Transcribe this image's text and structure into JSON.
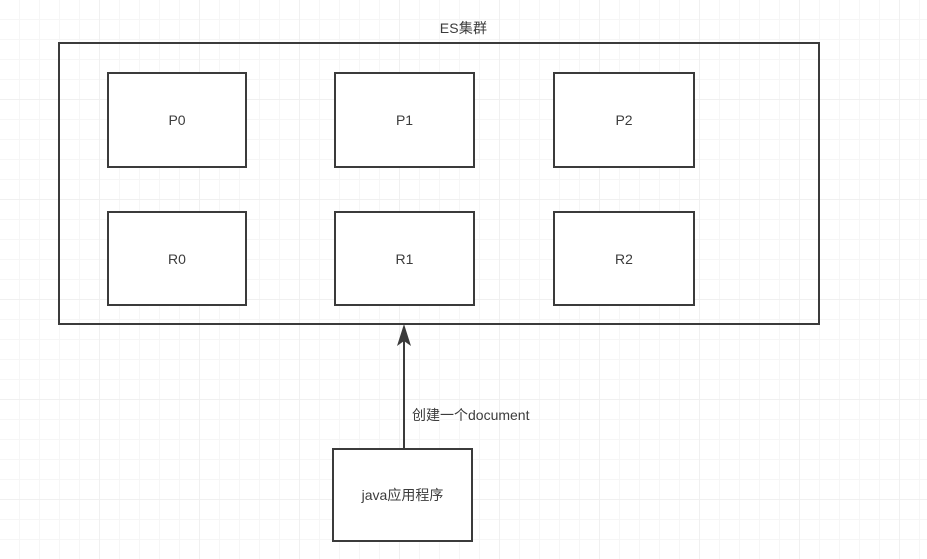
{
  "diagram": {
    "title": "ES集群",
    "cluster": {
      "label": "ES集群",
      "primary_shards": [
        {
          "label": "P0"
        },
        {
          "label": "P1"
        },
        {
          "label": "P2"
        }
      ],
      "replica_shards": [
        {
          "label": "R0"
        },
        {
          "label": "R1"
        },
        {
          "label": "R2"
        }
      ]
    },
    "client": {
      "label": "java应用程序"
    },
    "connection": {
      "label": "创建一个document",
      "direction": "client-to-cluster",
      "arrow_icon": "arrow-up-icon"
    },
    "colors": {
      "stroke": "#3b3b3b",
      "text": "#3c3c3c",
      "background": "#ffffff",
      "grid_minor": "#f6f6f6",
      "grid_major": "#f0f0f0"
    }
  }
}
